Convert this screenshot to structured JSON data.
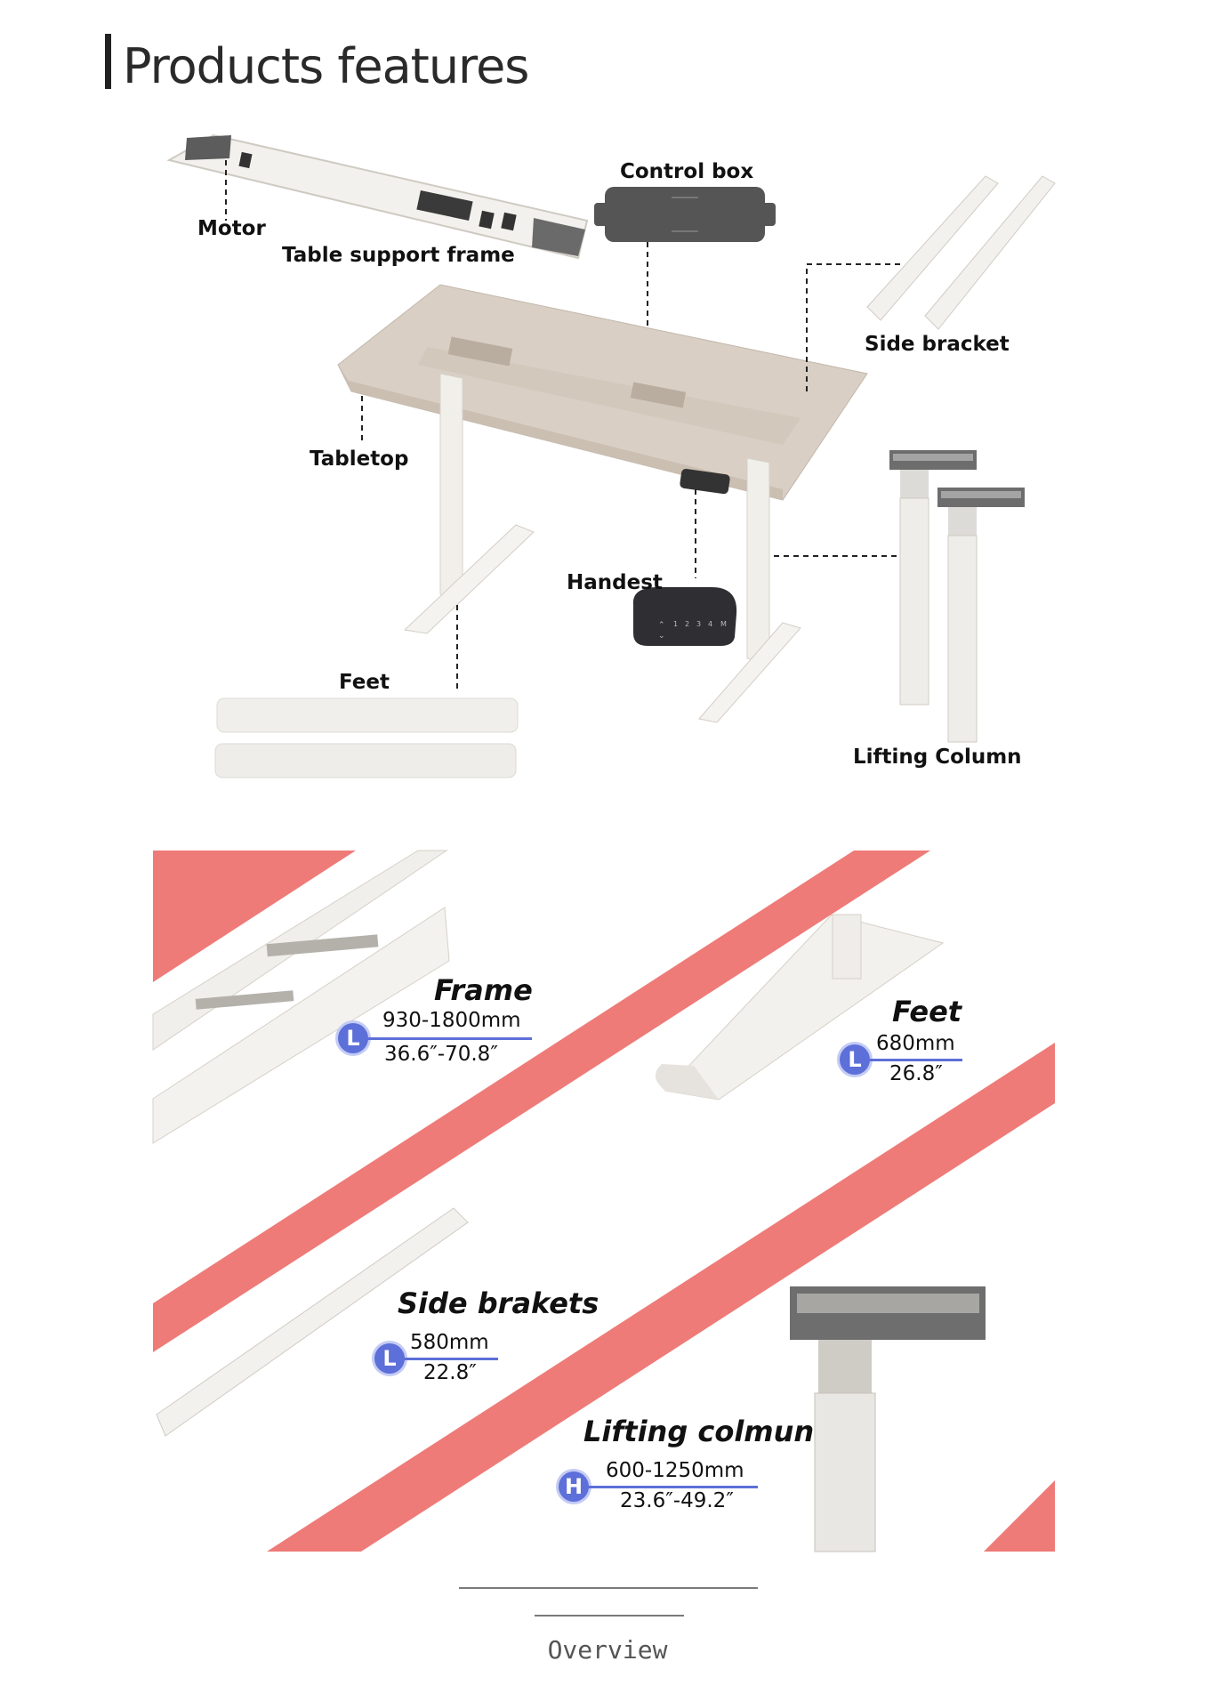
{
  "header": {
    "title": "Products features"
  },
  "diagram": {
    "labels": {
      "motor": "Motor",
      "table_support_frame": "Table support frame",
      "control_box": "Control box",
      "side_bracket": "Side bracket",
      "tabletop": "Tabletop",
      "handest": "Handest",
      "feet": "Feet",
      "lifting_column": "Lifting Column"
    },
    "handset_buttons": [
      "1",
      "2",
      "3",
      "4",
      "M"
    ]
  },
  "specs": {
    "frame": {
      "title": "Frame",
      "badge": "L",
      "metric": "930-1800mm",
      "imperial": "36.6″-70.8″"
    },
    "feet": {
      "title": "Feet",
      "badge": "L",
      "metric": "680mm",
      "imperial": "26.8″"
    },
    "side_brackets": {
      "title": "Side brakets",
      "badge": "L",
      "metric": "580mm",
      "imperial": "22.8″"
    },
    "lifting_column": {
      "title": "Lifting colmun",
      "badge": "H",
      "metric": "600-1250mm",
      "imperial": "23.6″-49.2″"
    }
  },
  "colors": {
    "accent_stripe": "#ee7b78",
    "badge": "#5d6fd8",
    "tabletop": "#d9cfc4",
    "frame_white": "#f2f0ec",
    "dark_part": "#555555"
  },
  "footer": {
    "tab_label": "Overview"
  }
}
